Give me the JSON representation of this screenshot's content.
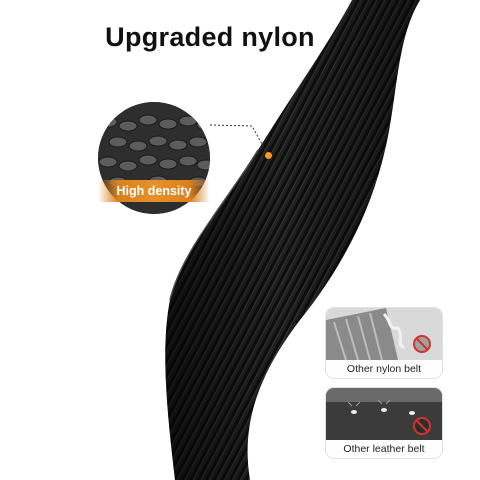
{
  "title": "Upgraded nylon",
  "zoom_label": "High density",
  "comparisons": [
    {
      "label": "Other nylon belt"
    },
    {
      "label": "Other leather belt"
    }
  ],
  "colors": {
    "accent_orange": "#e7912a",
    "belt_black": "#1b1b1b",
    "prohibit_red": "#d0342c"
  },
  "icons": [
    "prohibit-icon"
  ]
}
